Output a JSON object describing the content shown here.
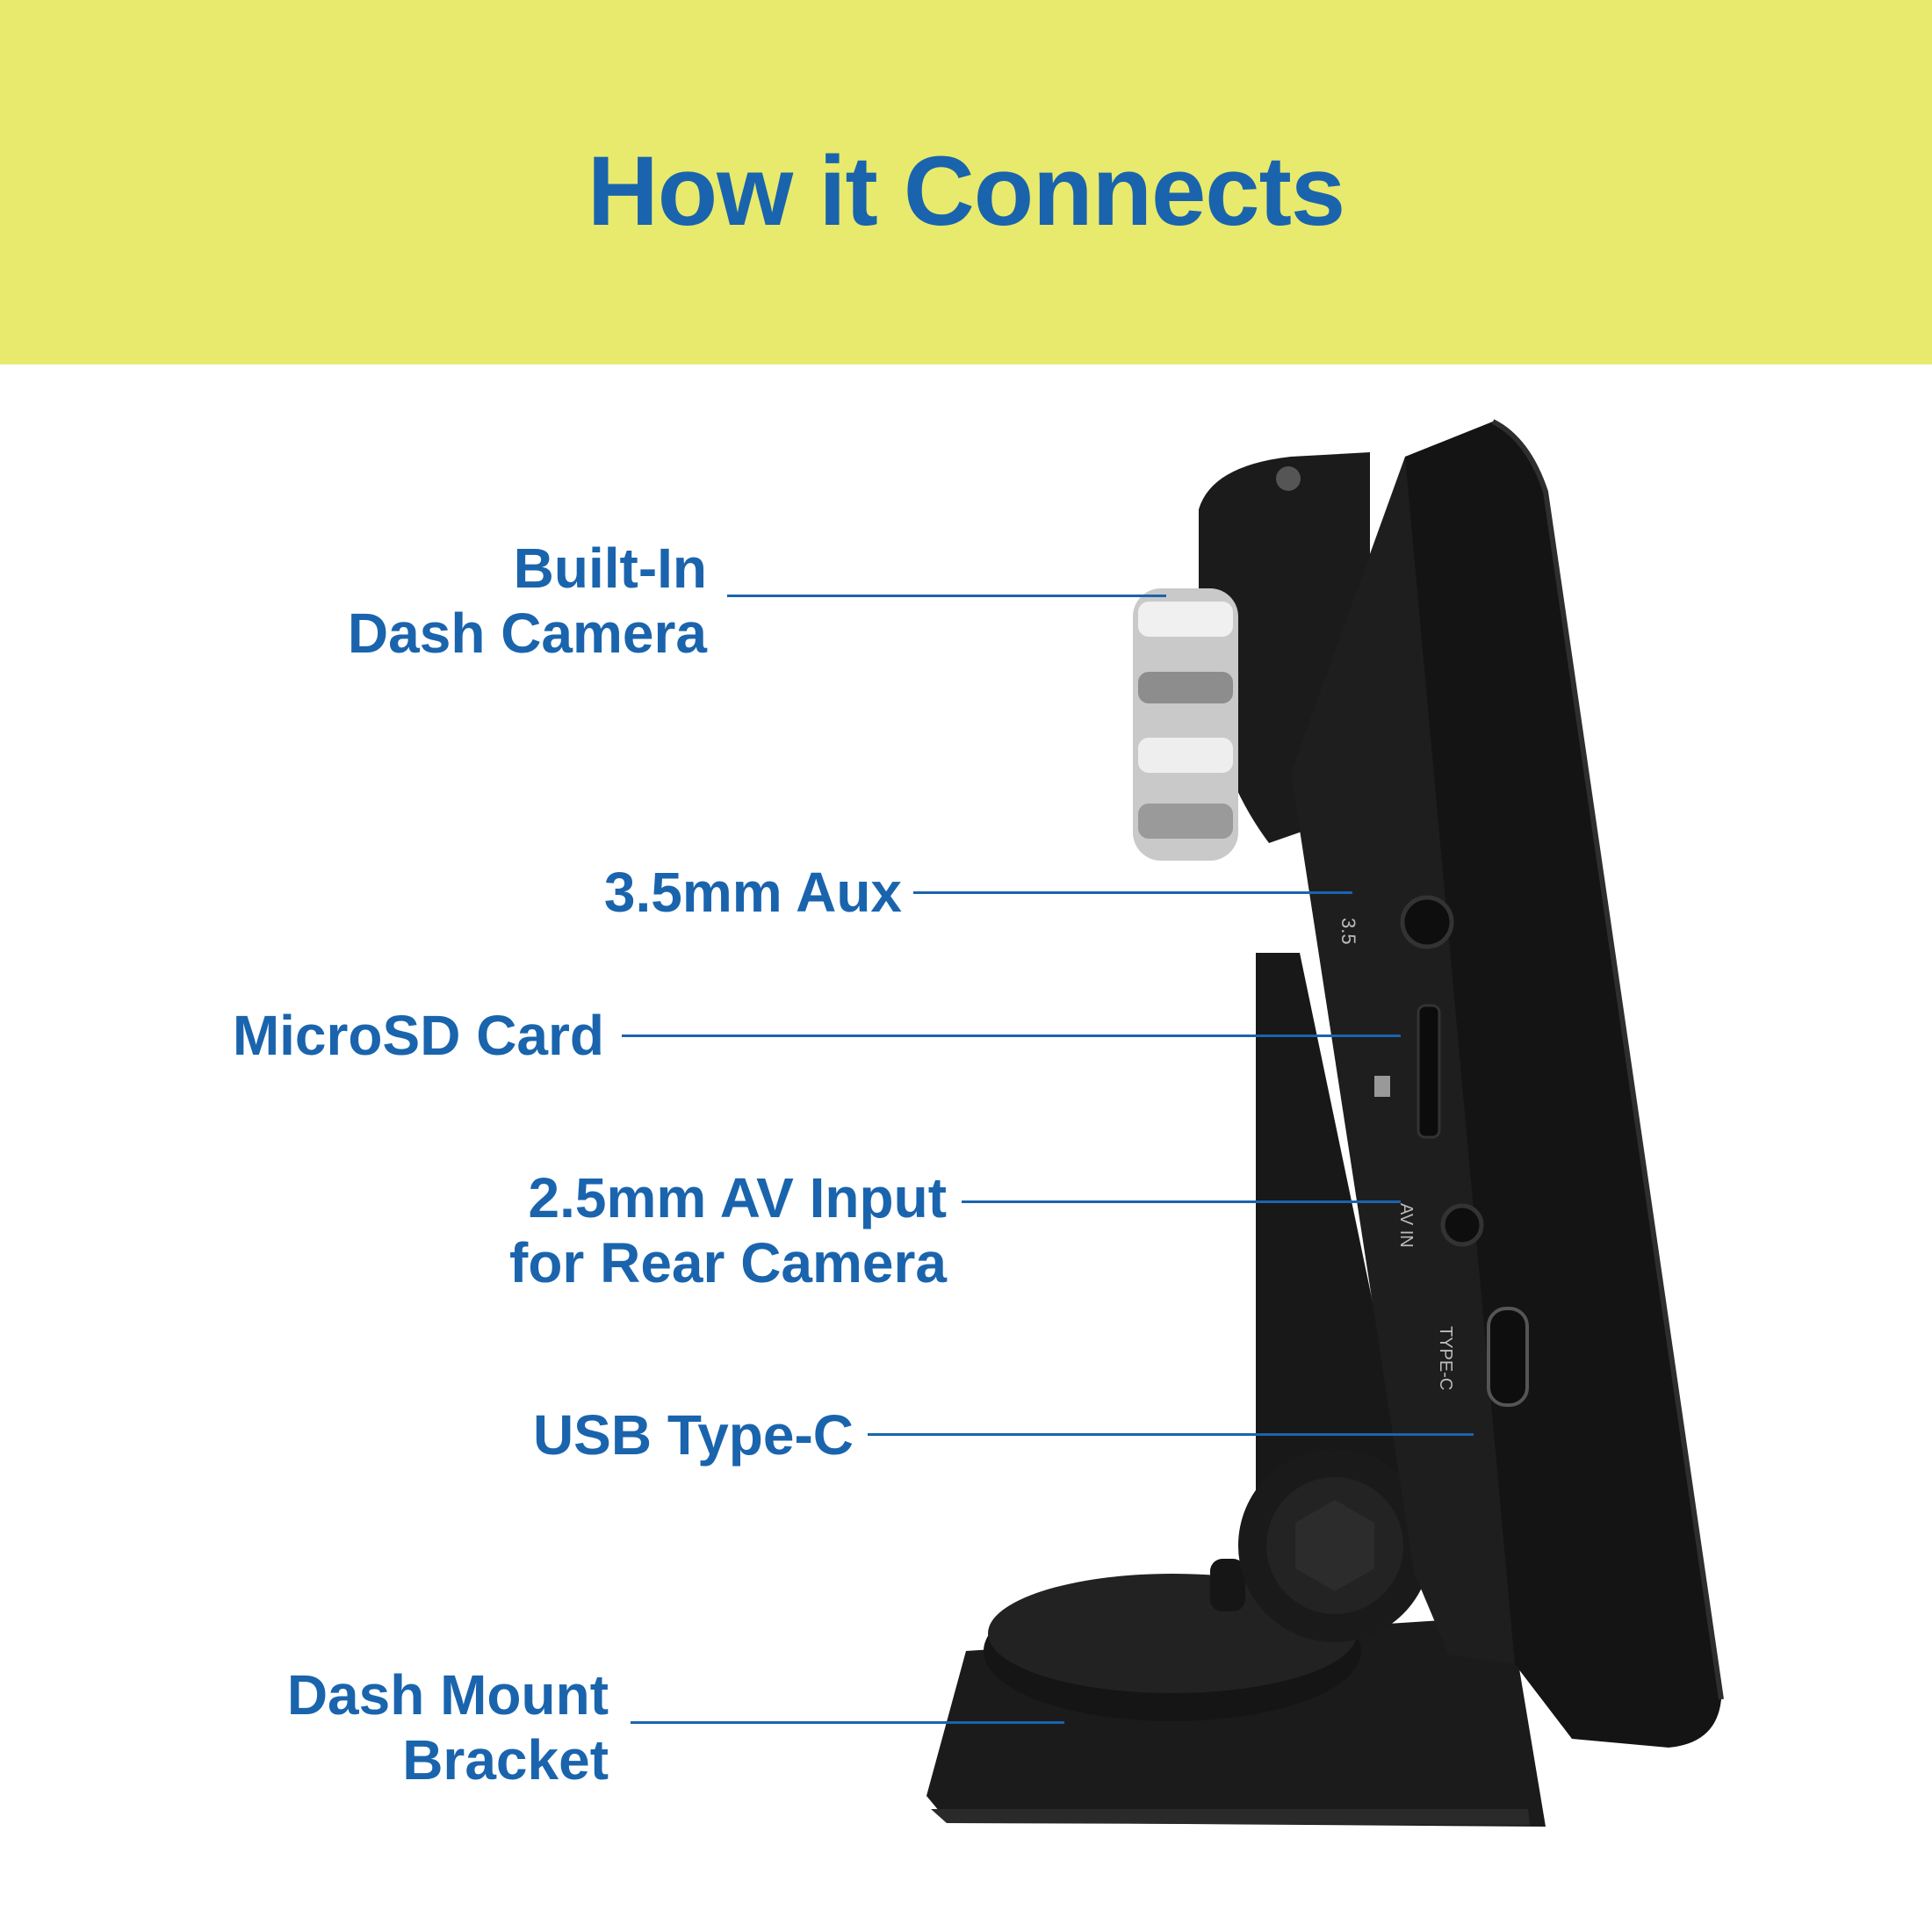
{
  "colors": {
    "banner_bg": "#e8ea6d",
    "title": "#1a64ad",
    "label": "#1a64ad",
    "leader_line": "#1a64ad",
    "device_body": "#1b1b1b",
    "device_edge": "#2e2e2e",
    "chrome": "#c9c9c9"
  },
  "header": {
    "title": "How it Connects"
  },
  "callouts": [
    {
      "id": "camera",
      "lines": [
        "Built-In",
        "Dash Camera"
      ]
    },
    {
      "id": "aux",
      "lines": [
        "3.5mm Aux"
      ]
    },
    {
      "id": "microsd",
      "lines": [
        "MicroSD Card"
      ]
    },
    {
      "id": "av",
      "lines": [
        "2.5mm AV Input",
        "for Rear Camera"
      ]
    },
    {
      "id": "usb",
      "lines": [
        "USB Type-C"
      ]
    },
    {
      "id": "bracket",
      "lines": [
        "Dash Mount",
        "Bracket"
      ]
    }
  ],
  "device_port_labels": {
    "aux": "3.5",
    "av": "AV IN",
    "usb": "TYPE-C"
  },
  "icons": [
    "microsd-card-icon"
  ]
}
